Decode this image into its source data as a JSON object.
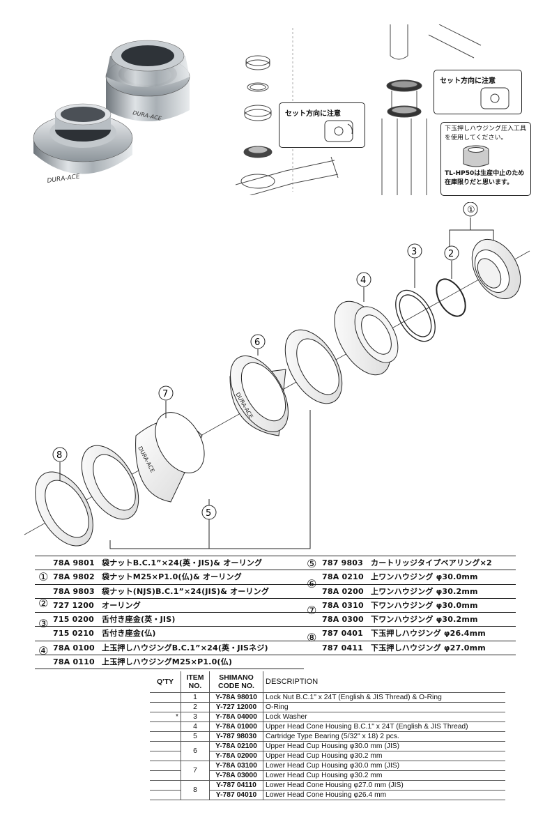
{
  "photo": {
    "brand_text": "DURA-ACE"
  },
  "install": {
    "callout_label": "セット方向に注意",
    "tool_note_lines": [
      "下玉押しハウジング圧入工具",
      "を使用してください。"
    ],
    "discontinued_lines": [
      "TL-HP50は生産中止のため",
      "在庫限りだと思います。"
    ]
  },
  "exploded": {
    "numbers": [
      "①",
      "②",
      "③",
      "④",
      "⑤",
      "⑥",
      "⑦",
      "⑧"
    ],
    "brand_text": "DURA-ACE"
  },
  "jp_list": {
    "left": [
      {
        "code": "78A 9801",
        "name": "袋ナットB.C.1”×24(英・JIS)& オーリング"
      },
      {
        "code": "78A 9802",
        "name": "袋ナットM25×P1.0(仏)& オーリング"
      },
      {
        "code": "78A 9803",
        "name": "袋ナット(NJS)B.C.1”×24(JIS)& オーリング"
      },
      {
        "code": "727 1200",
        "name": "オーリング"
      },
      {
        "code": "715 0200",
        "name": "舌付き座金(英・JIS)"
      },
      {
        "code": "715 0210",
        "name": "舌付き座金(仏)"
      },
      {
        "code": "78A 0100",
        "name": "上玉押しハウジングB.C.1”×24(英・JISネジ)"
      },
      {
        "code": "78A 0110",
        "name": "上玉押しハウジングM25×P1.0(仏)"
      }
    ],
    "right": [
      {
        "code": "787 9803",
        "name": "カートリッジタイプベアリング×2"
      },
      {
        "code": "78A 0210",
        "name": "上ワンハウジング φ30.0mm"
      },
      {
        "code": "78A 0200",
        "name": "上ワンハウジング φ30.2mm"
      },
      {
        "code": "78A 0310",
        "name": "下ワンハウジング φ30.0mm"
      },
      {
        "code": "78A 0300",
        "name": "下ワンハウジング φ30.2mm"
      },
      {
        "code": "787 0401",
        "name": "下玉押しハウジング φ26.4mm"
      },
      {
        "code": "787 0411",
        "name": "下玉押しハウジング φ27.0mm"
      }
    ],
    "left_groups": [
      "①",
      "②",
      "③",
      "④"
    ],
    "right_groups": [
      "⑤",
      "⑥",
      "⑦",
      "⑧"
    ]
  },
  "en_table": {
    "headers": {
      "qty": "Q'TY",
      "item": "ITEM NO.",
      "code": "SHIMANO CODE NO.",
      "desc": "DESCRIPTION"
    },
    "rows": [
      {
        "qty": "",
        "no": "1",
        "code": "Y-78A 98010",
        "desc": "Lock Nut B.C.1\" x 24T (English & JIS Thread) & O-Ring"
      },
      {
        "qty": "",
        "no": "2",
        "code": "Y-727 12000",
        "desc": "O-Ring"
      },
      {
        "qty": "*",
        "no": "3",
        "code": "Y-78A 04000",
        "desc": "Lock Washer"
      },
      {
        "qty": "",
        "no": "4",
        "code": "Y-78A 01000",
        "desc": "Upper Head Cone Housing B.C.1\" x 24T (English & JIS Thread)"
      },
      {
        "qty": "",
        "no": "5",
        "code": "Y-787 98030",
        "desc": "Cartridge Type Bearing (5/32\" x 18) 2 pcs."
      },
      {
        "qty": "",
        "no": "6",
        "code": "Y-78A 02100",
        "desc": "Upper Head Cup Housing φ30.0 mm (JIS)"
      },
      {
        "qty": "",
        "no": "",
        "code": "Y-78A 02000",
        "desc": "Upper Head Cup Housing φ30.2 mm"
      },
      {
        "qty": "",
        "no": "7",
        "code": "Y-78A 03100",
        "desc": "Lower Head Cup Housing φ30.0 mm (JIS)"
      },
      {
        "qty": "",
        "no": "",
        "code": "Y-78A 03000",
        "desc": "Lower Head Cup Housing φ30.2 mm"
      },
      {
        "qty": "",
        "no": "8",
        "code": "Y-787 04110",
        "desc": "Lower Head Cone Housing φ27.0 mm (JIS)"
      },
      {
        "qty": "",
        "no": "",
        "code": "Y-787 04010",
        "desc": "Lower Head Cone Housing φ26.4 mm"
      }
    ]
  }
}
